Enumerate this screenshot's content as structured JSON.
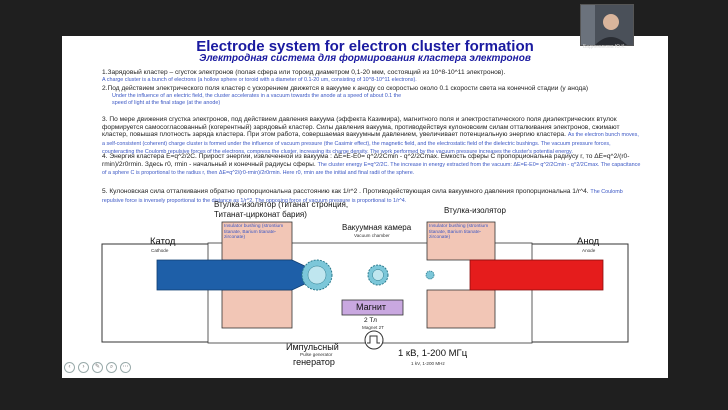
{
  "slide": {
    "title_en": "Electrode system for electron cluster formation",
    "title_ru": "Электродная система для формирования кластера электронов",
    "paragraphs": [
      {
        "ru": "1.Зарядовый кластер – сгусток электронов (полая сфера или тороид диаметром 0,1-20 мкм, состоящий из 10^8-10^11 электронов).",
        "en": "A charge cluster is a bunch of electrons (a hollow sphere or toroid with a diameter of 0.1-20 um, consisting of 10^8-10^11 electrons)."
      },
      {
        "ru": "2.Под действием электрического поля кластер с ускорением  движется в вакууме к аноду со скоростью около 0.1 скорости света на конечной стадии (у анода)",
        "en": "Under the influence of an electric field, the cluster accelerates in a vacuum towards the anode at a speed of about 0.1 the speed of light at the final stage (at the anode)"
      },
      {
        "ru": "3. По мере движения сгустка электронов, под действием давления вакуума (эффекта Казимира), магнитного поля и электростатического поля диэлектрических втулок формируется самосогласованный (когерентный) зарядовый кластер. Силы давления вакуума, противодействуя кулоновским силам отталкивания электронов, сжимают кластер, повышая плотность заряда кластера. При этом работа, совершаемая вакуумным давлением, увеличивает потенциальную энергию кластера.",
        "en": "As the electron bunch moves, a self-consistent (coherent) charge cluster is formed under the influence of vacuum pressure (the Casimir effect), the magnetic field, and the electrostatic field of the dielectric bushings. The vacuum pressure forces, counteracting the Coulomb repulsive forces of the electrons, compress the cluster, increasing its charge density. The work performed by the vacuum pressure increases the cluster's potential energy."
      },
      {
        "ru": "4. Энергия кластера E=q^2/2C. Прирост энергии, извлеченной из вакуума : ΔE=E-E0= q^2/2Cmin - q^2/2Cmax. Емкость сферы C пропорциональна радиусу r, то ΔE=q^2/(r0-rmin)/2r0rmin. Здесь r0, rmin - начальный и конечный радиусы сферы.",
        "en": "The cluster energy E=q^2/2C. The increase in energy extracted from the vacuum: ΔE=E-E0= q^2/2Cmin - q^2/2Cmax. The capacitance of a sphere C is proportional to the radius r, then ΔE=q^2/(r0-rmin)/2r0rmin. Here r0, rmin are the initial and final radii of the sphere."
      },
      {
        "ru": "5. Кулоновская сила отталкивания обратно пропорциональна расстоянию как 1/r^2 . Противодействующая сила вакуумного давления пропорциональна 1/r^4.",
        "en": "The Coulomb repulsive force is inversely proportional to the distance as 1/r^2. The opposing force of vacuum pressure is proportional to 1/r^4."
      }
    ]
  },
  "diagram": {
    "bushing_left_title_1": "Втулка-изолятор (титанат стронция,",
    "bushing_left_title_2": "Титанат-цирконат бария)",
    "bushing_left_en": "Insulator bushing (strontium titanate, Barium titanate-zirconate)",
    "bushing_right_title": "Втулка-изолятор",
    "bushing_right_en": "Insulator bushing (strontium titanate, Barium titanate-zirconate)",
    "vacuum_chamber": "Вакуумная камера",
    "vacuum_chamber_en": "Vacuum chamber",
    "cathode": "Катод",
    "cathode_en": "Cathode",
    "anode": "Анод",
    "anode_en": "Anode",
    "magnet": "Магнит",
    "magnet_field": "2 Тл",
    "magnet_field_en": "Magnet 2T",
    "pulse_gen_1": "Импульсный",
    "pulse_gen_2": "генератор",
    "pulse_gen_en": "Pulse generator",
    "voltage": "1 кВ, 1-200 МГц",
    "voltage_en": "1 kV, 1-200 MHz"
  },
  "video": {
    "participant_name": "Бадинникова Ю.К."
  },
  "colors": {
    "title": "#1a1aa0",
    "english_note": "#3b57c4",
    "cathode": "#1e5fa8",
    "anode": "#e51c1c",
    "bushing": "#f2c6b6",
    "magnet": "#c9a8e0",
    "cluster": "#7cc7d9"
  }
}
